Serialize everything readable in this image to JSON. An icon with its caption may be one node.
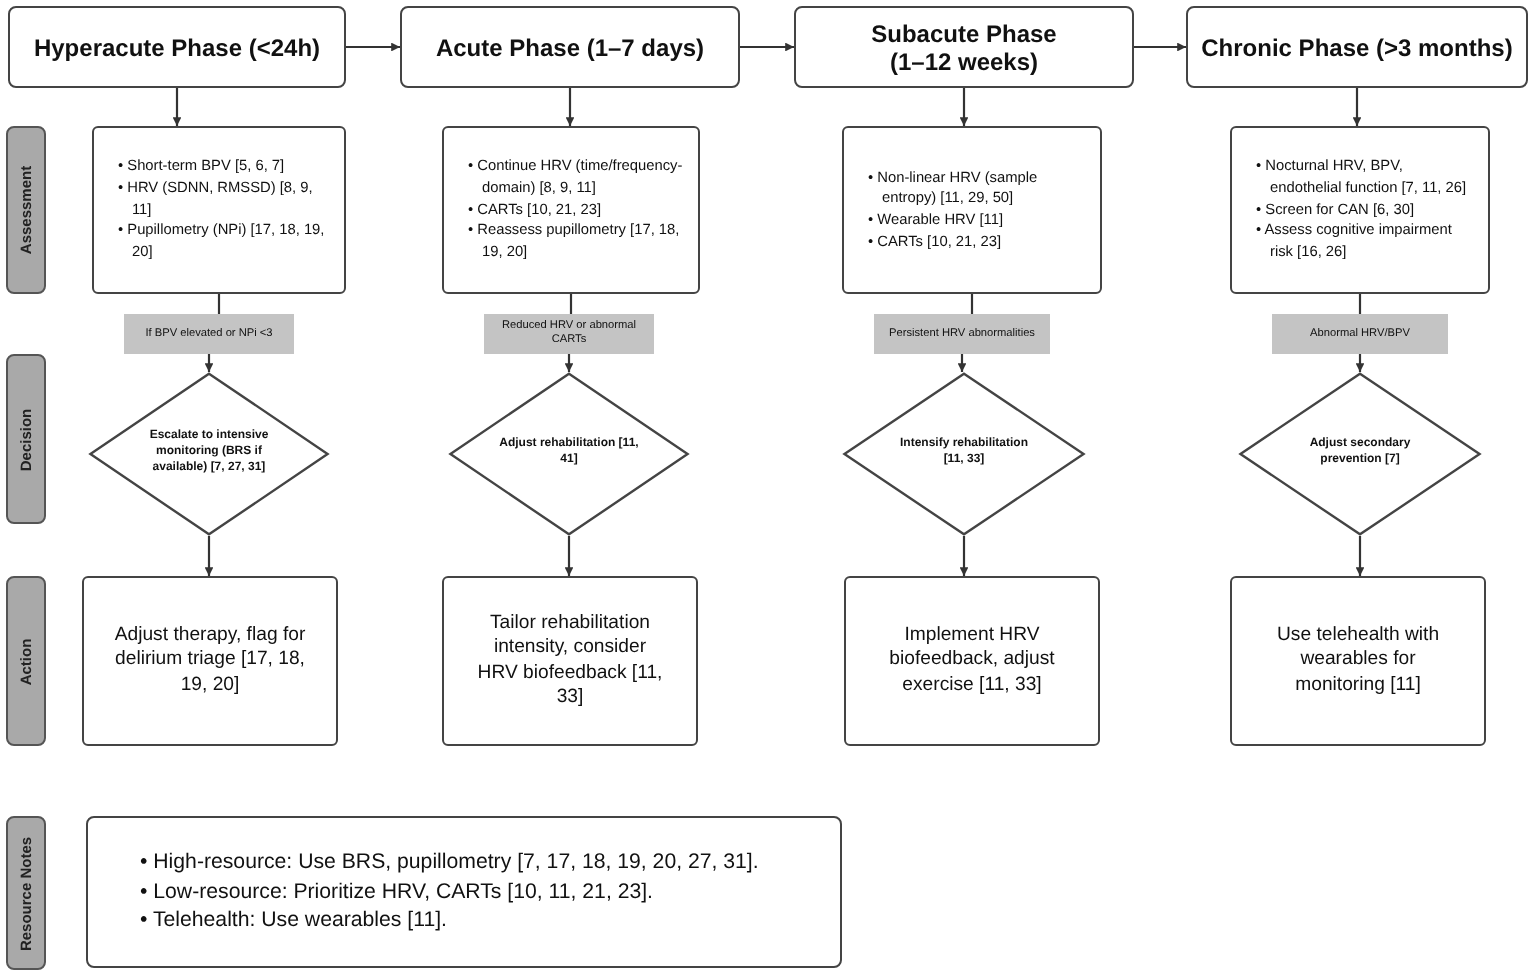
{
  "diagram": {
    "nodes": [
      {
        "text": [
          "Hyperacute Phase (<24h)"
        ]
      },
      {
        "text": [
          "Acute Phase (1–7 days)"
        ]
      },
      {
        "text": [
          "Subacute Phase (1–12 weeks)"
        ]
      },
      {
        "text": [
          "Chronic Phase (>3 months)"
        ]
      },
      {
        "text": [
          "Assessment"
        ]
      },
      {
        "text": [
          "Decision"
        ]
      },
      {
        "text": [
          "Action"
        ]
      },
      {
        "text": [
          "Resource Notes"
        ]
      },
      {
        "text": [
          "• Short-term BPV [5, 6, 7]",
          "• HRV (SDNN, RMSSD) [8, 9, 11]",
          "• Pupillometry (NPi) [17, 18, 19, 20]"
        ]
      },
      {
        "text": [
          "• Continue HRV (time/frequency-domain) [8, 9, 11]",
          "• CARTs [10, 21, 23]",
          "• Reassess pupillometry [17, 18, 19, 20]"
        ]
      },
      {
        "text": [
          "• Non-linear HRV (sample entropy) [11, 29, 50]",
          "• Wearable HRV [11]",
          "• CARTs [10, 21, 23]"
        ]
      },
      {
        "text": [
          "• Nocturnal HRV, BPV, endothelial function [7, 11, 26]",
          "• Screen for CAN [6, 30]",
          "• Assess cognitive impairment risk [16, 26]"
        ]
      },
      {
        "text": [
          "If BPV elevated or NPi <3"
        ]
      },
      {
        "text": [
          "Reduced HRV or abnormal CARTs"
        ]
      },
      {
        "text": [
          "Persistent HRV abnormalities"
        ]
      },
      {
        "text": [
          "Abnormal HRV/BPV"
        ]
      },
      {
        "text": [
          "Escalate to intensive monitoring (BRS if available) [7, 27, 31]"
        ]
      },
      {
        "text": [
          "Adjust rehabilitation [11, 41]"
        ]
      },
      {
        "text": [
          "Intensify rehabilitation [11, 33]"
        ]
      },
      {
        "text": [
          "Adjust secondary prevention [7]"
        ]
      },
      {
        "text": [
          "Adjust therapy, flag for delirium triage [17, 18, 19, 20]"
        ]
      },
      {
        "text": [
          "Tailor rehabilitation intensity, consider HRV biofeedback [11, 33]"
        ]
      },
      {
        "text": [
          "Implement HRV biofeedback, adjust exercise [11, 33]"
        ]
      },
      {
        "text": [
          "Use telehealth with wearables for monitoring [11]"
        ]
      },
      {
        "text": [
          "• High-resource: Use BRS, pupillometry [7, 17, 18, 19, 20, 27, 31].",
          "• Low-resource: Prioritize HRV, CARTs [10, 11, 21, 23].",
          "• Telehealth: Use wearables [11]."
        ]
      }
    ],
    "edges": [
      {
        "from": 0,
        "to": 1,
        "arrow": "to"
      },
      {
        "from": 1,
        "to": 2,
        "arrow": "to"
      },
      {
        "from": 2,
        "to": 3,
        "arrow": "to"
      },
      {
        "from": 0,
        "to": 8,
        "arrow": "to"
      },
      {
        "from": 1,
        "to": 9,
        "arrow": "to"
      },
      {
        "from": 2,
        "to": 10,
        "arrow": "to"
      },
      {
        "from": 3,
        "to": 11,
        "arrow": "to"
      },
      {
        "from": 8,
        "to": 12,
        "arrow": "none"
      },
      {
        "from": 9,
        "to": 13,
        "arrow": "none"
      },
      {
        "from": 10,
        "to": 14,
        "arrow": "none"
      },
      {
        "from": 11,
        "to": 15,
        "arrow": "none"
      },
      {
        "from": 12,
        "to": 16,
        "arrow": "to"
      },
      {
        "from": 13,
        "to": 17,
        "arrow": "to"
      },
      {
        "from": 14,
        "to": 18,
        "arrow": "to"
      },
      {
        "from": 15,
        "to": 19,
        "arrow": "to"
      },
      {
        "from": 16,
        "to": 20,
        "arrow": "to"
      },
      {
        "from": 17,
        "to": 21,
        "arrow": "to"
      },
      {
        "from": 18,
        "to": 22,
        "arrow": "to"
      },
      {
        "from": 19,
        "to": 23,
        "arrow": "to"
      }
    ]
  }
}
